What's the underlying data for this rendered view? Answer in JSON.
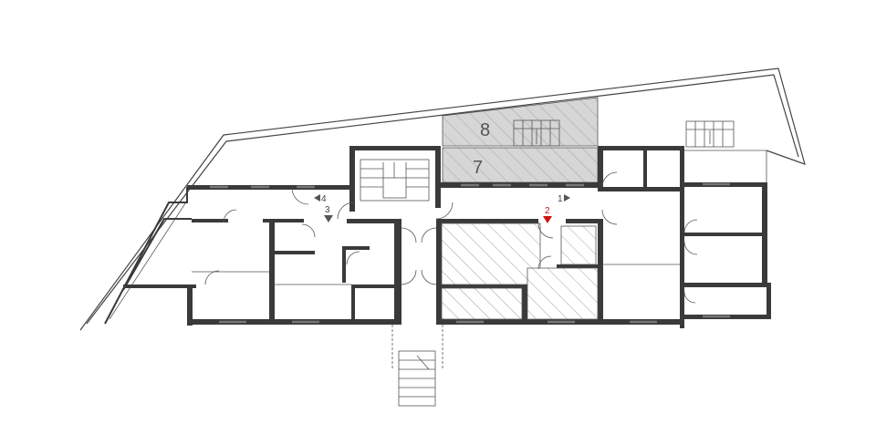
{
  "rooms": [
    {
      "id": "room-8",
      "label": "8"
    },
    {
      "id": "room-7",
      "label": "7"
    }
  ],
  "markers": [
    {
      "id": "marker-1",
      "label": "1",
      "color": "#555555"
    },
    {
      "id": "marker-2",
      "label": "2",
      "color": "#d01010"
    },
    {
      "id": "marker-3",
      "label": "3",
      "color": "#555555"
    },
    {
      "id": "marker-4",
      "label": "4",
      "color": "#555555"
    }
  ],
  "colors": {
    "walls": "#3a3a3a",
    "highlight_fill": "#d8d8d8",
    "active_marker": "#d01010"
  }
}
